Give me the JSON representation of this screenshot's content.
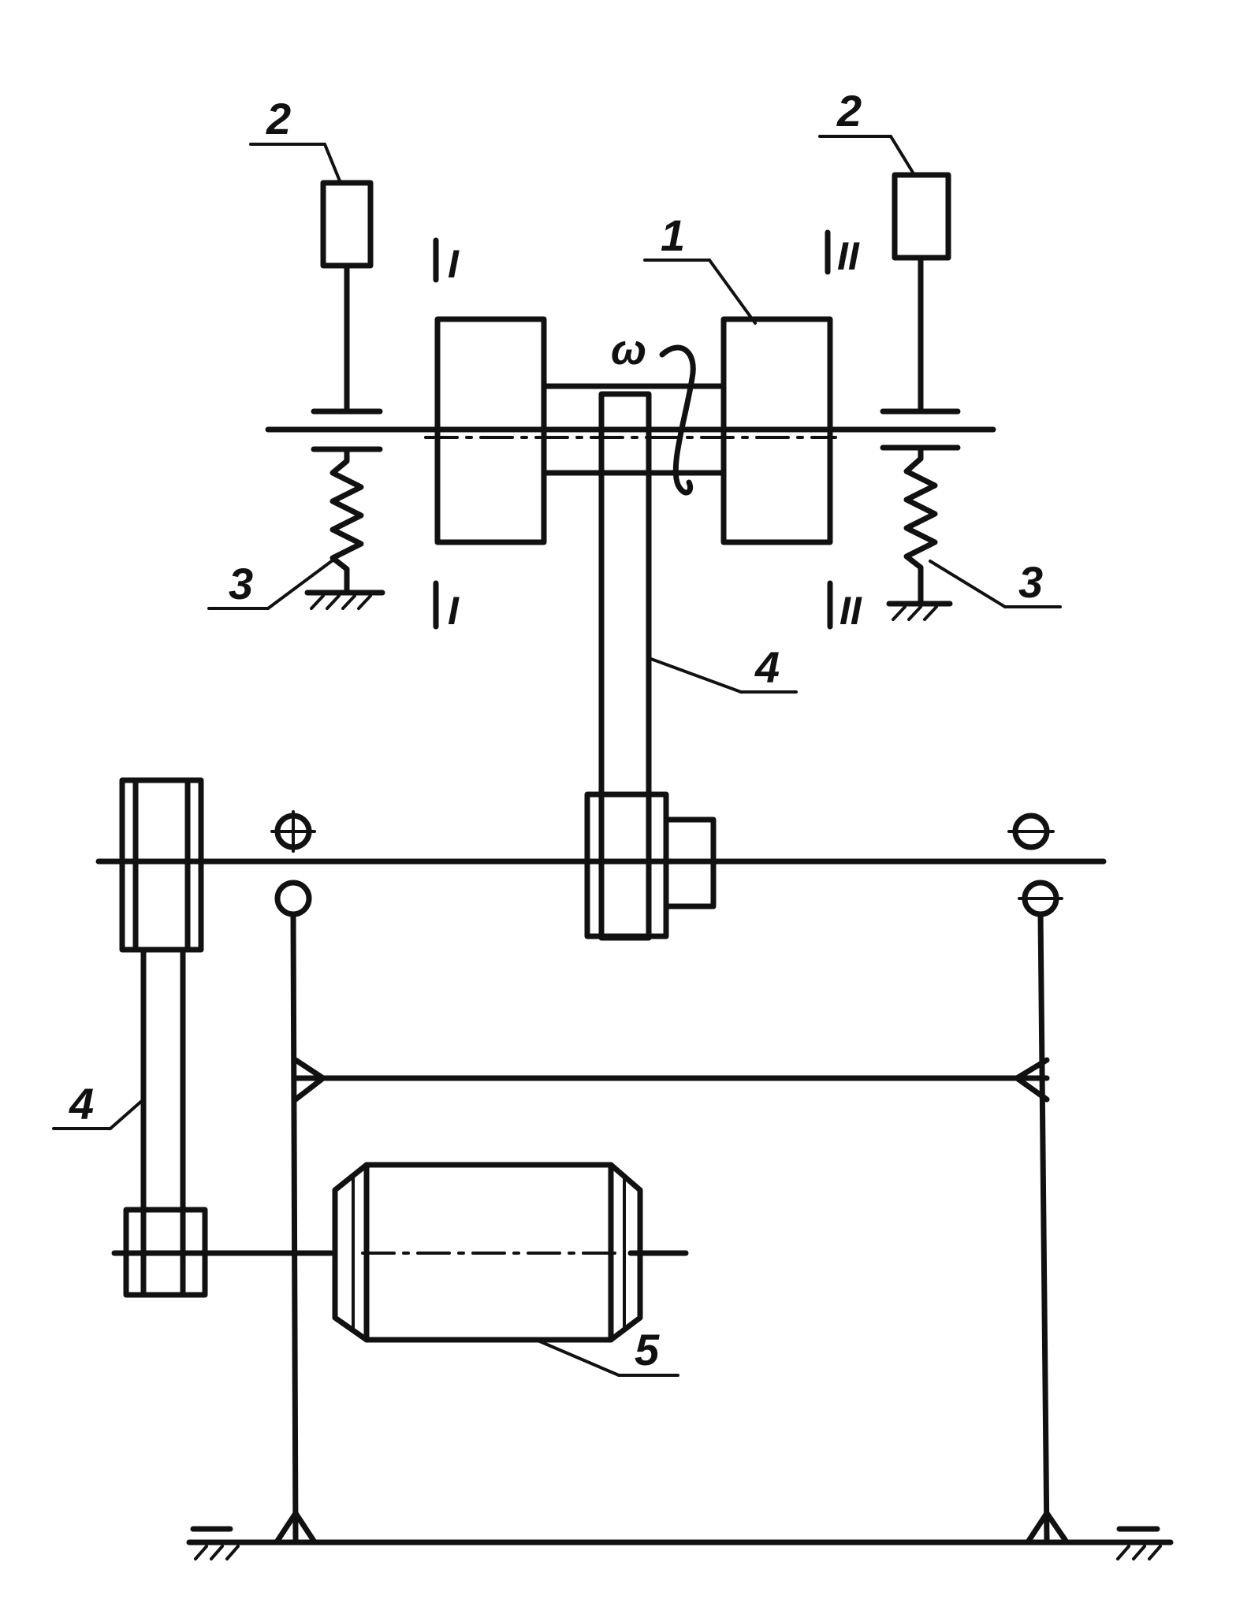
{
  "diagram": {
    "labels": {
      "l1": "1",
      "l2_left": "2",
      "l2_right": "2",
      "l3_left": "3",
      "l3_right": "3",
      "l4_mid": "4",
      "l4_left": "4",
      "l5": "5",
      "section_I_top": "I",
      "section_I_bottom": "I",
      "section_II_top": "II",
      "section_II_bottom": "II",
      "omega": "ω"
    },
    "icons": [
      "spring-icon",
      "ground-hatch-icon",
      "bearing-icon",
      "electric-motor-icon",
      "pulley-icon",
      "belt-icon",
      "rotation-arrow-icon"
    ]
  }
}
